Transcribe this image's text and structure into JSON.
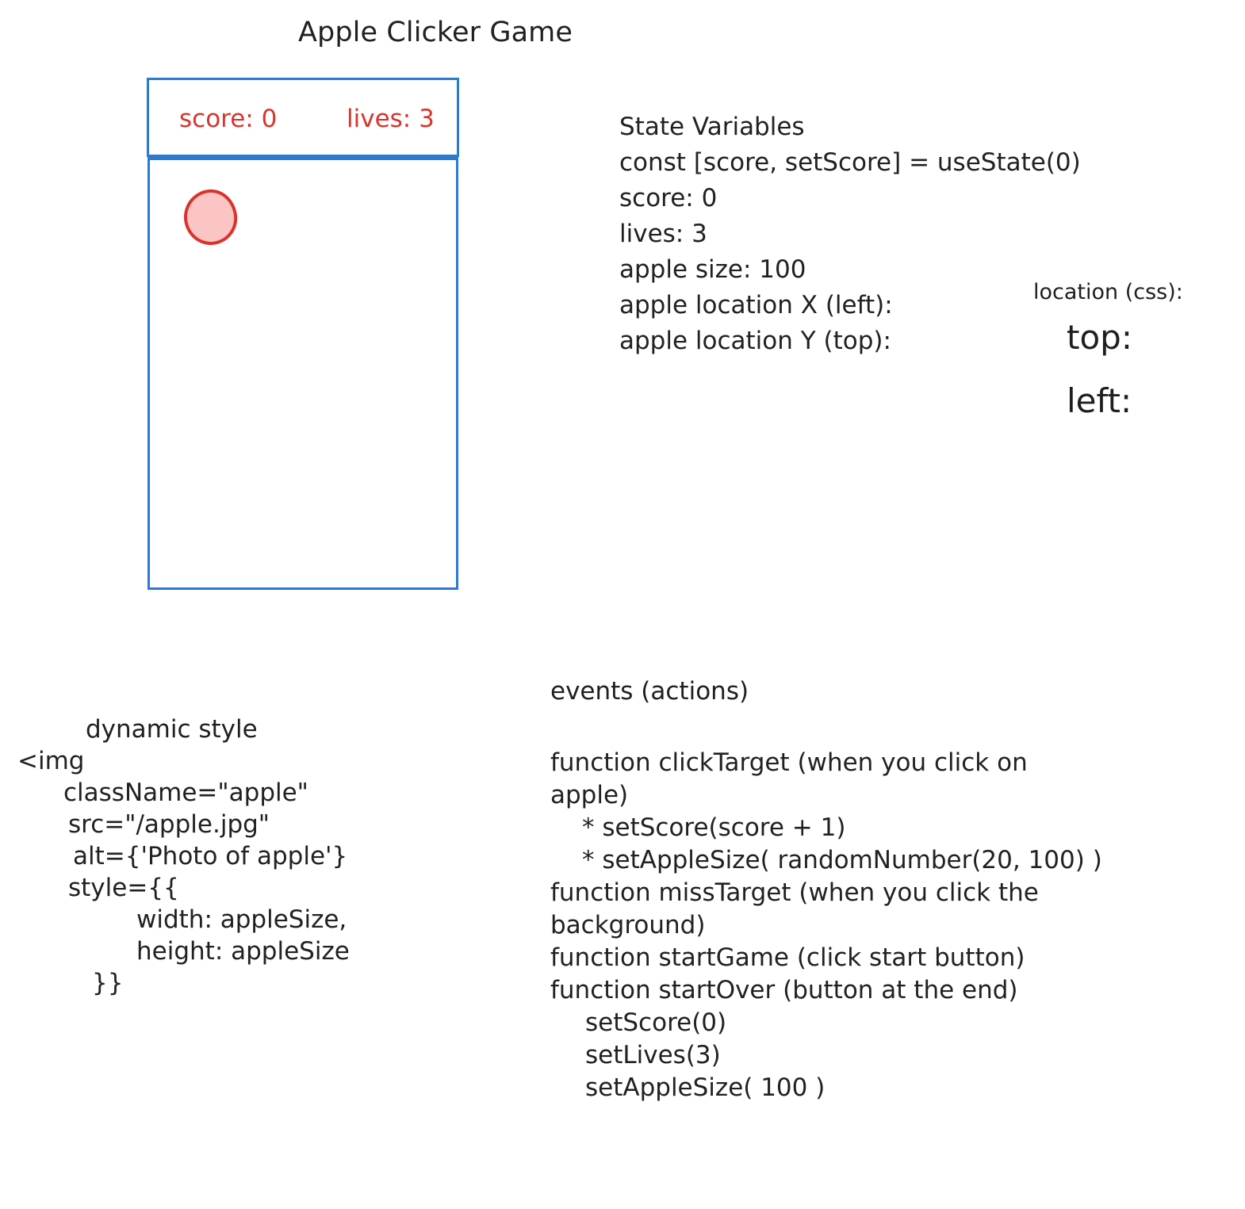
{
  "page": {
    "title": "Apple Clicker Game",
    "accent_blue": "#2a7ad1",
    "accent_red": "#d9342b",
    "apple_fill": "#fbc5c5",
    "text_color": "#212121",
    "background": "#ffffff"
  },
  "game_mockup": {
    "score_label": "score: 0",
    "lives_label": "lives: 3",
    "apple_name": "apple-target"
  },
  "state_variables": {
    "heading": "State Variables",
    "lines": [
      "const [score, setScore] = useState(0)",
      "score: 0",
      "lives: 3",
      "apple size: 100",
      "apple location  X (left):",
      "apple location Y (top):"
    ]
  },
  "location_css": {
    "label": "location (css):",
    "props": [
      "top:",
      "left:"
    ]
  },
  "dynamic_style": {
    "label": "dynamic style",
    "lines": [
      "<img",
      "className=\"apple\"",
      "src=\"/apple.jpg\"",
      "alt={'Photo of apple'}",
      "style={{",
      "width: appleSize,",
      "height: appleSize",
      "}}"
    ]
  },
  "events": {
    "heading": "events (actions)",
    "lines": [
      "function clickTarget (when you click on",
      "apple)",
      "* setScore(score + 1)",
      "* setAppleSize( randomNumber(20, 100) )",
      "function missTarget (when you click the",
      "background)",
      "function startGame (click start button)",
      "function startOver (button at the end)",
      "setScore(0)",
      "setLives(3)",
      "setAppleSize( 100 )"
    ]
  }
}
